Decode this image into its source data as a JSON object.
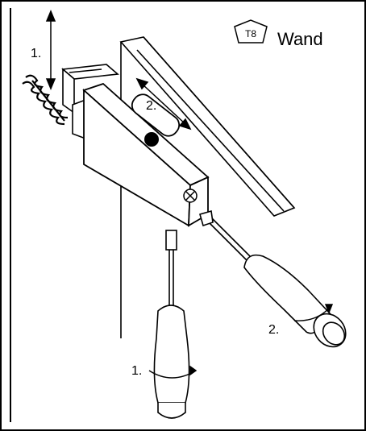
{
  "header": {
    "tool_badge": "T8",
    "tool_label": "Wand"
  },
  "steps": {
    "top_height_adjust": "1.",
    "top_slide_adjust": "2.",
    "screwdriver_bottom": "1.",
    "screwdriver_right": "2."
  },
  "colors": {
    "line": "#000000",
    "background": "#ffffff"
  }
}
